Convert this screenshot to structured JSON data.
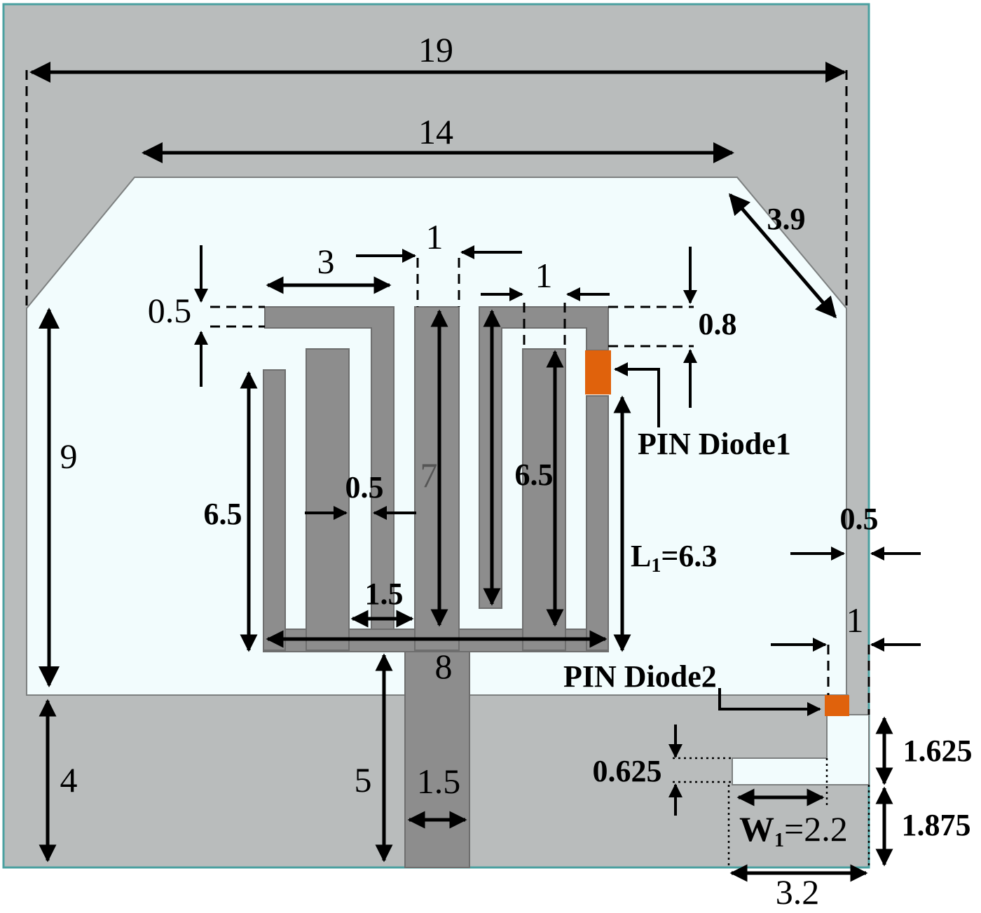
{
  "colors": {
    "ground": "#b9bcbc",
    "slot": "#f2fcfd",
    "strip": "#8d8d8d",
    "diode": "#e0620c",
    "frame": "#4aa0a0",
    "ink": "#000000"
  },
  "labels": {
    "width_19": "19",
    "width_14": "14",
    "chamfer_3_9": "3.9",
    "gap_1_top": "1",
    "len_3": "3",
    "gap_1_right": "1",
    "width_0_5_left": "0.5",
    "width_0_8": "0.8",
    "height_9": "9",
    "height_6_5_left": "6.5",
    "width_0_5_mid": "0.5",
    "height_7": "7",
    "height_6_5_right": "6.5",
    "diode1": "PIN Diode1",
    "width_0_5_right": "0.5",
    "l1_prefix": "L",
    "l1_sub": "1",
    "l1_value": "=6.3",
    "width_1_5_stub": "1.5",
    "len_8": "8",
    "gap_1_side": "1",
    "diode2": "PIN Diode2",
    "height_4": "4",
    "height_5": "5",
    "width_1_5_feed": "1.5",
    "width_0_625": "0.625",
    "height_1_625": "1.625",
    "height_1_875": "1.875",
    "w1_prefix": "W",
    "w1_sub": "1",
    "w1_value": "=2.2",
    "width_3_2": "3.2"
  }
}
